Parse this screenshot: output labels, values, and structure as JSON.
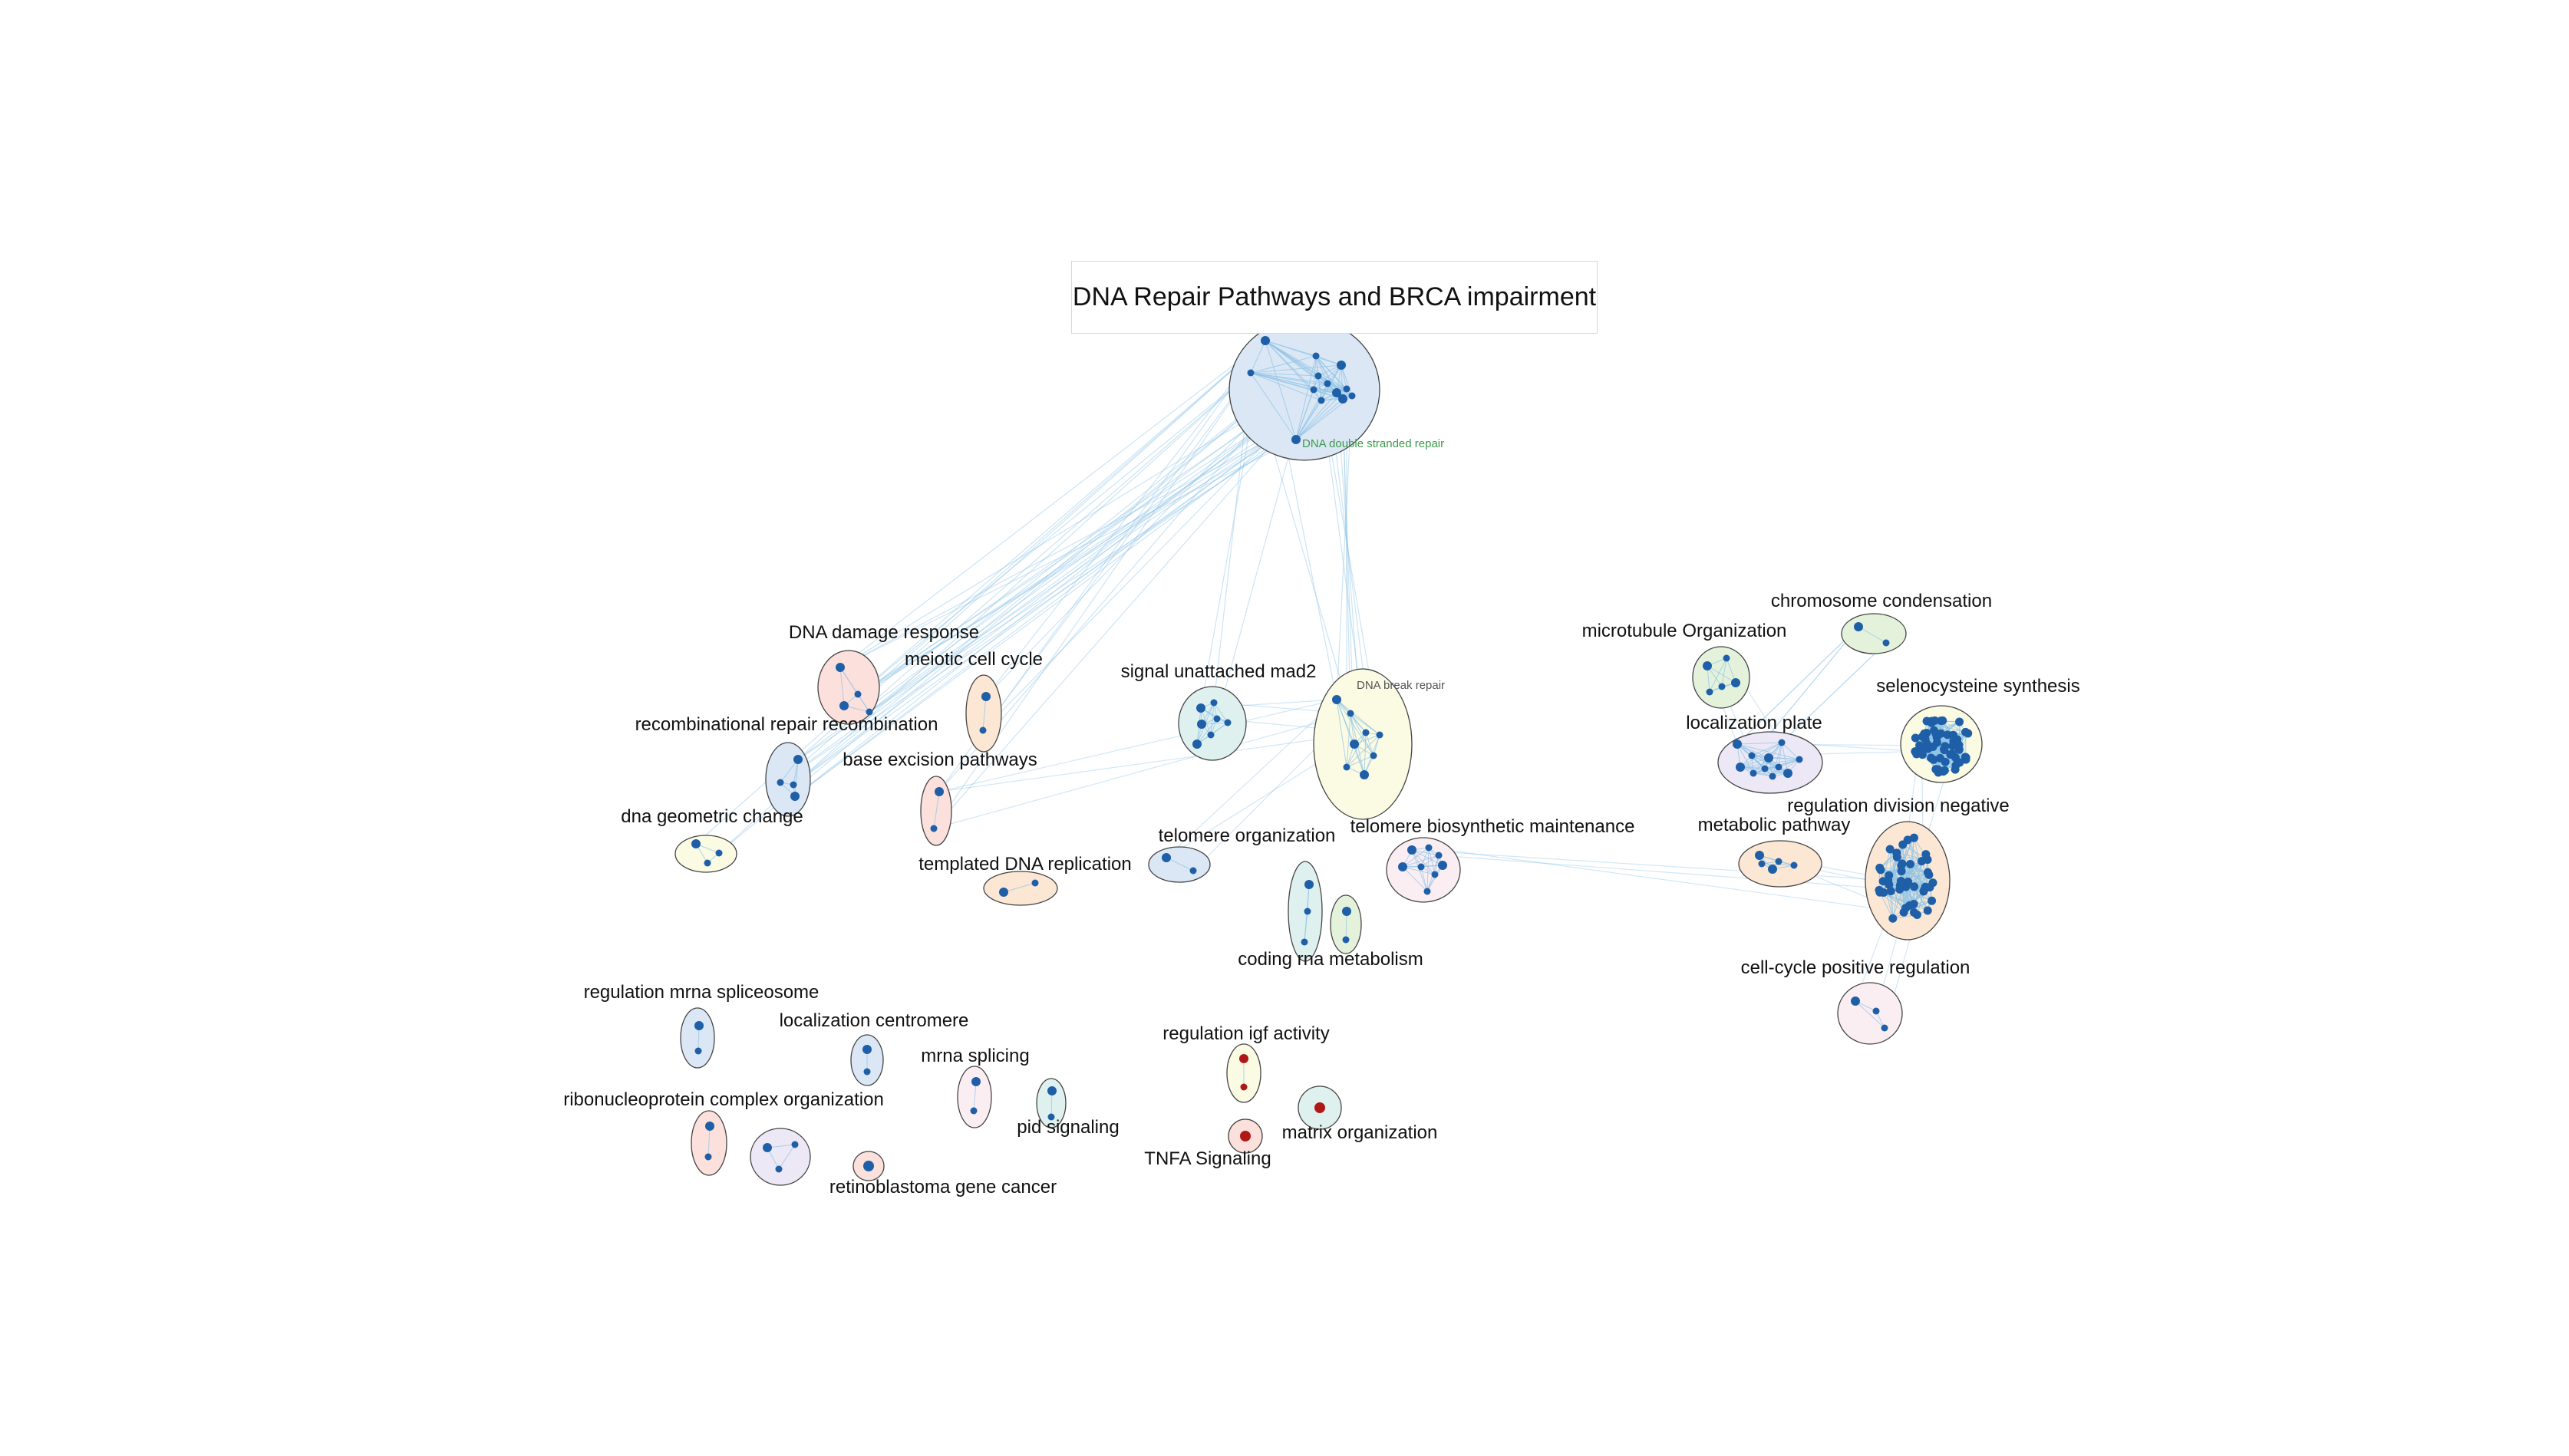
{
  "title": "DNA Repair Pathways and BRCA impairment",
  "colors": {
    "node": "#1f5fa8",
    "node_red": "#b01818",
    "edge": "#8ec3e6",
    "cluster_stroke": "#444444",
    "fill_blue": "#dbe7f4",
    "fill_red": "#fbe0dc",
    "fill_yellow": "#fbfbe4",
    "fill_green": "#e4f2dc",
    "fill_orange": "#fbe7d3",
    "fill_purple": "#ece8f5",
    "fill_pink": "#fbeef3",
    "fill_teal": "#dff1ef",
    "label_green": "#3a9a4a",
    "label_gray": "#555555"
  },
  "clusters": [
    {
      "id": "dna-double-stranded-repair",
      "label": "DNA double stranded repair",
      "fill": "fill_blue",
      "label_color": "label_green"
    },
    {
      "id": "dna-break-repair",
      "label": "DNA break repair",
      "fill": "fill_yellow",
      "label_color": "label_gray"
    },
    {
      "id": "dna-damage-response",
      "label": "DNA damage response",
      "fill": "fill_red"
    },
    {
      "id": "meiotic-cell-cycle",
      "label": "meiotic cell cycle",
      "fill": "fill_orange"
    },
    {
      "id": "recombinational-repair-recombination",
      "label": "recombinational repair recombination",
      "fill": "fill_blue"
    },
    {
      "id": "base-excision-pathways",
      "label": "base excision pathways",
      "fill": "fill_red"
    },
    {
      "id": "dna-geometric-change",
      "label": "dna geometric change",
      "fill": "fill_yellow"
    },
    {
      "id": "templated-dna-replication",
      "label": "templated DNA replication",
      "fill": "fill_orange"
    },
    {
      "id": "signal-unattached-mad2",
      "label": "signal unattached mad2",
      "fill": "fill_teal"
    },
    {
      "id": "telomere-organization",
      "label": "telomere organization",
      "fill": "fill_blue"
    },
    {
      "id": "telomere-biosynthetic-maintenance",
      "label": "telomere biosynthetic maintenance",
      "fill": "fill_pink"
    },
    {
      "id": "coding-rna-metabolism",
      "label": "coding rna metabolism",
      "fill": "fill_teal"
    },
    {
      "id": "coding-rna-metabolism-b",
      "label": "",
      "fill": "fill_green"
    },
    {
      "id": "chromosome-condensation",
      "label": "chromosome condensation",
      "fill": "fill_green"
    },
    {
      "id": "microtubule-organization",
      "label": "microtubule Organization",
      "fill": "fill_green"
    },
    {
      "id": "selenocysteine-synthesis",
      "label": "selenocysteine synthesis",
      "fill": "fill_yellow"
    },
    {
      "id": "localization-plate",
      "label": "localization plate",
      "fill": "fill_purple"
    },
    {
      "id": "metabolic-pathway",
      "label": "metabolic pathway",
      "fill": "fill_orange"
    },
    {
      "id": "regulation-division-negative",
      "label": "regulation division negative",
      "fill": "fill_orange"
    },
    {
      "id": "cell-cycle-positive-regulation",
      "label": "cell-cycle positive regulation",
      "fill": "fill_pink"
    },
    {
      "id": "regulation-mrna-spliceosome",
      "label": "regulation mrna spliceosome",
      "fill": "fill_blue"
    },
    {
      "id": "localization-centromere",
      "label": "localization centromere",
      "fill": "fill_blue"
    },
    {
      "id": "mrna-splicing",
      "label": "mrna splicing",
      "fill": "fill_pink"
    },
    {
      "id": "pid-signaling",
      "label": "pid signaling",
      "fill": "fill_teal"
    },
    {
      "id": "ribonucleoprotein-complex-organization",
      "label": "ribonucleoprotein complex organization",
      "fill": "fill_red"
    },
    {
      "id": "ribonucleoprotein-complex-organization-b",
      "label": "",
      "fill": "fill_purple"
    },
    {
      "id": "retinoblastoma-gene-cancer",
      "label": "retinoblastoma gene cancer",
      "fill": "fill_red"
    },
    {
      "id": "regulation-igf-activity",
      "label": "regulation igf activity",
      "fill": "fill_yellow",
      "node_color": "node_red"
    },
    {
      "id": "matrix-organization",
      "label": "matrix organization",
      "fill": "fill_teal",
      "node_color": "node_red"
    },
    {
      "id": "tnfa-signaling",
      "label": "TNFA Signaling",
      "fill": "fill_red",
      "node_color": "node_red"
    }
  ]
}
